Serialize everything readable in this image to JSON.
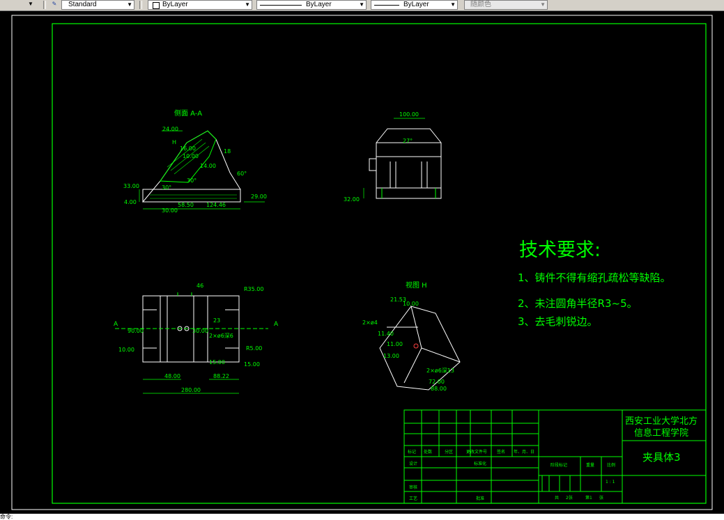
{
  "toolbar": {
    "text_style": "Standard",
    "layer": "ByLayer",
    "linetype": "ByLayer",
    "lineweight": "ByLayer",
    "plotstyle": "随颜色"
  },
  "drawing": {
    "section_title": "侧面 A-A",
    "view_title": "视图 H",
    "dims_section": [
      "24.00",
      "16.00",
      "10.00",
      "18",
      "14.00",
      "60°",
      "33.00",
      "4.00",
      "30°",
      "30°",
      "30.00",
      "58.50",
      "124.46",
      "29.00",
      "H"
    ],
    "dims_front": [
      "100.00",
      "27°",
      "32.00"
    ],
    "dims_plan": [
      "46",
      "R35.00",
      "23",
      "2×ø6深6",
      "90.00",
      "30.00",
      "10.00",
      "R5.00",
      "15.00",
      "15.00",
      "48.00",
      "88.22",
      "280.00",
      "A",
      "A"
    ],
    "dims_view_h": [
      "21.53",
      "10.00",
      "2×ø4",
      "11.40",
      "11.00",
      "13.00",
      "2×ø6深13",
      "72.00",
      "88.00"
    ],
    "tech_title": "技术要求:",
    "tech_items": [
      "1、铸件不得有缩孔疏松等缺陷。",
      "2、未注圆角半径R3~5。",
      "3、去毛刺锐边。"
    ]
  },
  "title_block": {
    "school_line1": "西安工业大学北方",
    "school_line2": "信息工程学院",
    "part_name": "夹具体3",
    "row_labels": [
      "标记",
      "处数",
      "分区",
      "更改文件号",
      "签名",
      "年、月、日"
    ],
    "designer_label": "设计",
    "standardize_label": "标准化",
    "review_label": "审核",
    "process_label": "工艺",
    "approve_label": "批准",
    "stage_mark_label": "阶段标记",
    "weight_label": "重量",
    "scale_label": "比例",
    "scale_value": "1 : 1",
    "total_label": "共",
    "total_sheets": "2张",
    "sheet_label": "第1",
    "sheet_unit": "张"
  },
  "status": {
    "command_line": "命令:"
  },
  "colors": {
    "line": "#00ff00",
    "background": "#000000",
    "title_text": "#00ff00"
  }
}
